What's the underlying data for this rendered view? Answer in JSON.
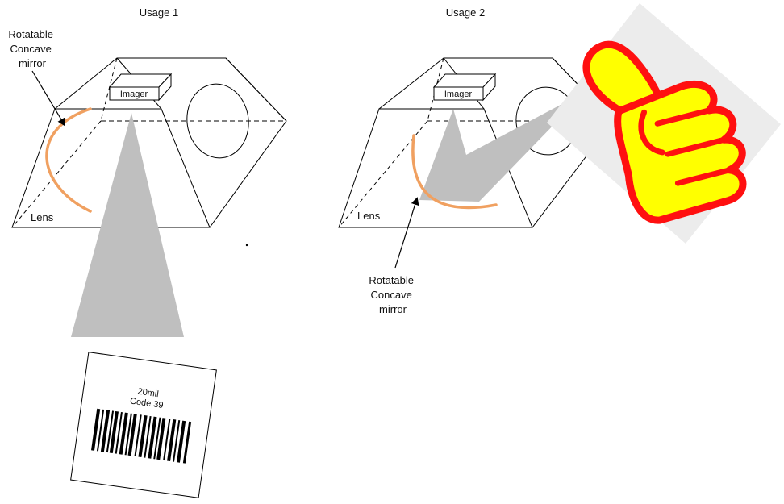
{
  "usage1": {
    "title": "Usage 1",
    "mirror_label": [
      "Rotatable",
      "Concave",
      "mirror"
    ],
    "imager_label": "Imager",
    "lens_label": "Lens",
    "barcode": {
      "size_label": "20mil",
      "type_label": "Code 39"
    }
  },
  "usage2": {
    "title": "Usage 2",
    "imager_label": "Imager",
    "lens_label": "Lens",
    "mirror_label": [
      "Rotatable",
      "Concave",
      "mirror"
    ]
  },
  "colors": {
    "outline": "#000000",
    "mirror": "#f0a060",
    "beam": "#bfbfbf",
    "thumb_fill": "#ffff00",
    "thumb_outline": "#ff1010",
    "thumb_backdrop": "#e8e8e8"
  },
  "icons": {
    "approval": "thumbs-up-icon"
  }
}
